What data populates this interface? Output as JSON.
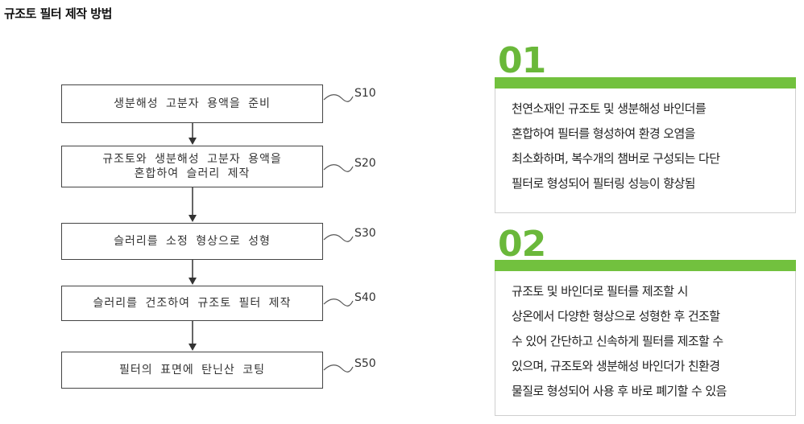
{
  "header": {
    "title": "규조토 필터 제작 방법"
  },
  "flowchart": {
    "steps": [
      {
        "id": "S10",
        "lines": [
          "생분해성 고분자 용액을 준비",
          ""
        ]
      },
      {
        "id": "S20",
        "lines": [
          "규조토와 생분해성 고분자 용액을",
          "혼합하여 슬러리 제작"
        ]
      },
      {
        "id": "S30",
        "lines": [
          "슬러리를 소정 형상으로 성형",
          ""
        ]
      },
      {
        "id": "S40",
        "lines": [
          "슬러리를 건조하여 규조토 필터 제작",
          ""
        ]
      },
      {
        "id": "S50",
        "lines": [
          "필터의 표면에 탄닌산 코팅",
          ""
        ]
      }
    ]
  },
  "cards": [
    {
      "number": "01",
      "lines": [
        "천연소재인 규조토 및 생분해성 바인더를",
        "혼합하여 필터를 형성하여 환경 오염을",
        "최소화하며, 복수개의 챔버로 구성되는 다단",
        "필터로 형성되어 필터링 성능이 향상됨"
      ]
    },
    {
      "number": "02",
      "lines": [
        "규조토 및 바인더로 필터를 제조할 시",
        "상온에서 다양한 형상으로 성형한 후 건조할",
        "수 있어 간단하고 신속하게 필터를 제조할 수",
        "있으며, 규조토와 생분해성 바인더가 친환경",
        "물질로 형성되어 사용 후 바로 폐기할 수 있음"
      ]
    }
  ],
  "colors": {
    "accent": "#72c13e",
    "number": "#6ab83a",
    "card_border": "#cfcfcf"
  }
}
